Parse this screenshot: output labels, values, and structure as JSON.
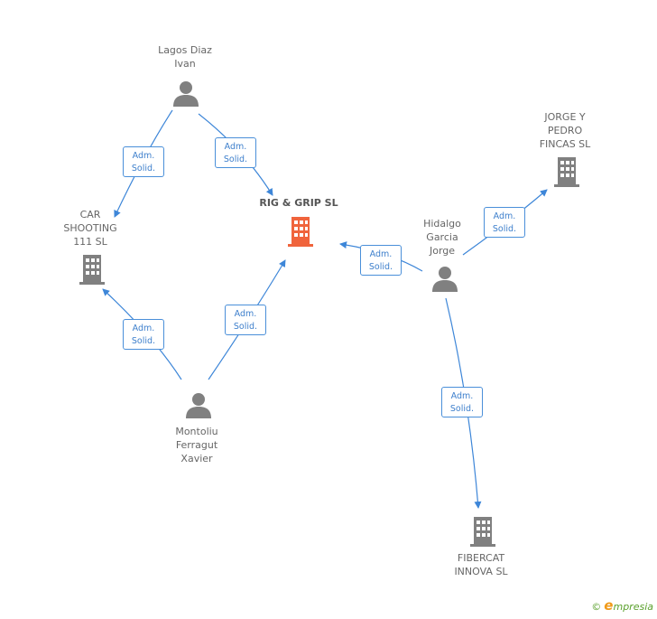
{
  "diagram": {
    "nodes": {
      "lagos": {
        "label": "Lagos Diaz\nIvan",
        "kind": "person"
      },
      "car": {
        "label": "CAR\nSHOOTING\n111  SL",
        "kind": "company"
      },
      "rig": {
        "label": "RIG & GRIP  SL",
        "kind": "company-primary"
      },
      "montoliu": {
        "label": "Montoliu\nFerragut\nXavier",
        "kind": "person"
      },
      "hidalgo": {
        "label": "Hidalgo\nGarcia\nJorge",
        "kind": "person"
      },
      "jorge": {
        "label": "JORGE Y\nPEDRO\nFINCAS SL",
        "kind": "company"
      },
      "fibercat": {
        "label": "FIBERCAT\nINNOVA SL",
        "kind": "company"
      }
    },
    "edges": [
      {
        "from": "lagos",
        "to": "car",
        "role1": "Adm.",
        "role2": "Solid."
      },
      {
        "from": "lagos",
        "to": "rig",
        "role1": "Adm.",
        "role2": "Solid."
      },
      {
        "from": "montoliu",
        "to": "car",
        "role1": "Adm.",
        "role2": "Solid."
      },
      {
        "from": "montoliu",
        "to": "rig",
        "role1": "Adm.",
        "role2": "Solid."
      },
      {
        "from": "hidalgo",
        "to": "rig",
        "role1": "Adm.",
        "role2": "Solid."
      },
      {
        "from": "hidalgo",
        "to": "jorge",
        "role1": "Adm.",
        "role2": "Solid."
      },
      {
        "from": "hidalgo",
        "to": "fibercat",
        "role1": "Adm.",
        "role2": "Solid."
      }
    ],
    "colors": {
      "edge": "#3d86d8",
      "person": "#808080",
      "company": "#808080",
      "primary": "#f0643c"
    }
  },
  "footer": {
    "copyright": "©",
    "brand_initial": "e",
    "brand_rest": "mpresia"
  }
}
